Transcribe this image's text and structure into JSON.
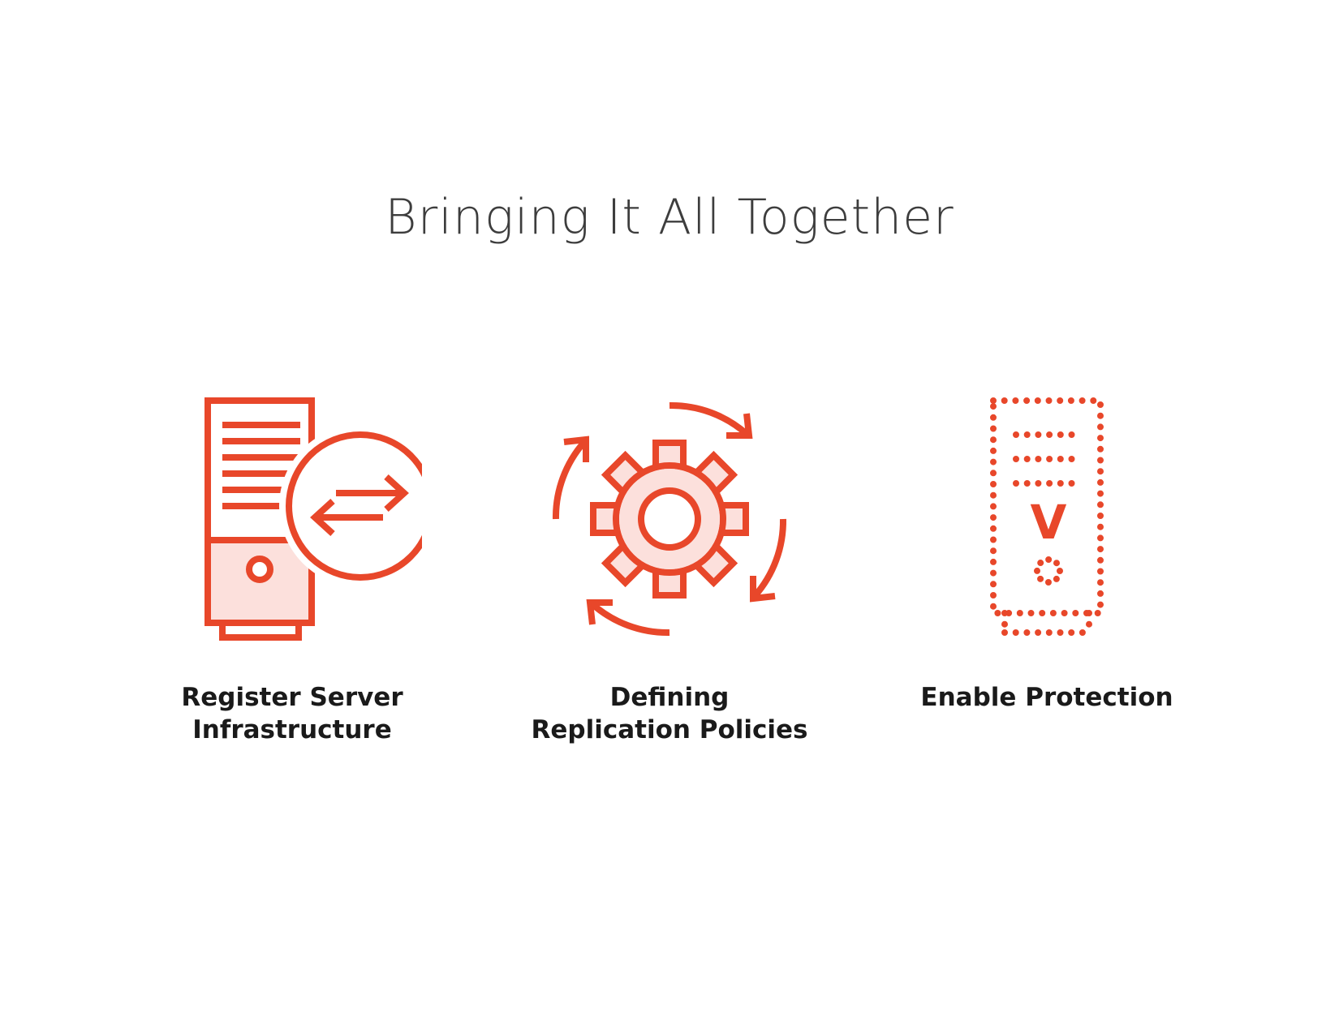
{
  "title": "Bringing It All Together",
  "colors": {
    "accent": "#E8472A",
    "accent_fill": "#FCE0DC",
    "title_text": "#3D3D3D",
    "label_text": "#1A1A1A",
    "background": "#FFFFFF"
  },
  "steps": [
    {
      "icon": "server-exchange-icon",
      "label_lines": [
        "Register Server",
        "Infrastructure"
      ]
    },
    {
      "icon": "gear-cycle-icon",
      "label_lines": [
        "Defining",
        "Replication Policies"
      ]
    },
    {
      "icon": "dotted-server-icon",
      "label_lines": [
        "Enable Protection"
      ],
      "badge": "V"
    }
  ]
}
